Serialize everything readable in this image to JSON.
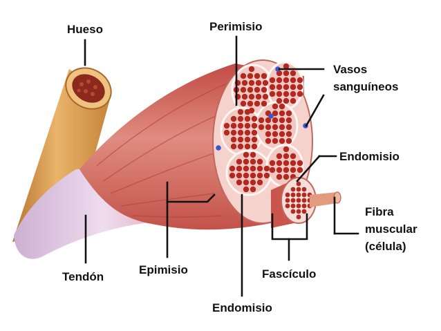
{
  "labels": {
    "hueso": "Hueso",
    "perimisio": "Perimisio",
    "vasos_line1": "Vasos",
    "vasos_line2": "sanguíneos",
    "endomisio_right": "Endomisio",
    "fibra_line1": "Fibra",
    "fibra_line2": "muscular",
    "fibra_line3": "(célula)",
    "tendon": "Tendón",
    "epimisio": "Epimisio",
    "fasciculo": "Fascículo",
    "endomisio_bottom": "Endomisio"
  },
  "colors": {
    "muscle_dark": "#b5403c",
    "muscle_mid": "#d46a60",
    "muscle_light": "#eca79b",
    "tendon": "#e6cfe6",
    "tendon_shadow": "#bfa3c9",
    "bone": "#e2a65a",
    "bone_dark": "#a8682a",
    "marrow": "#8b2a1c",
    "fiber": "#b02a22",
    "sheath": "#fbe3e0",
    "vessel": "#3f55c8"
  }
}
